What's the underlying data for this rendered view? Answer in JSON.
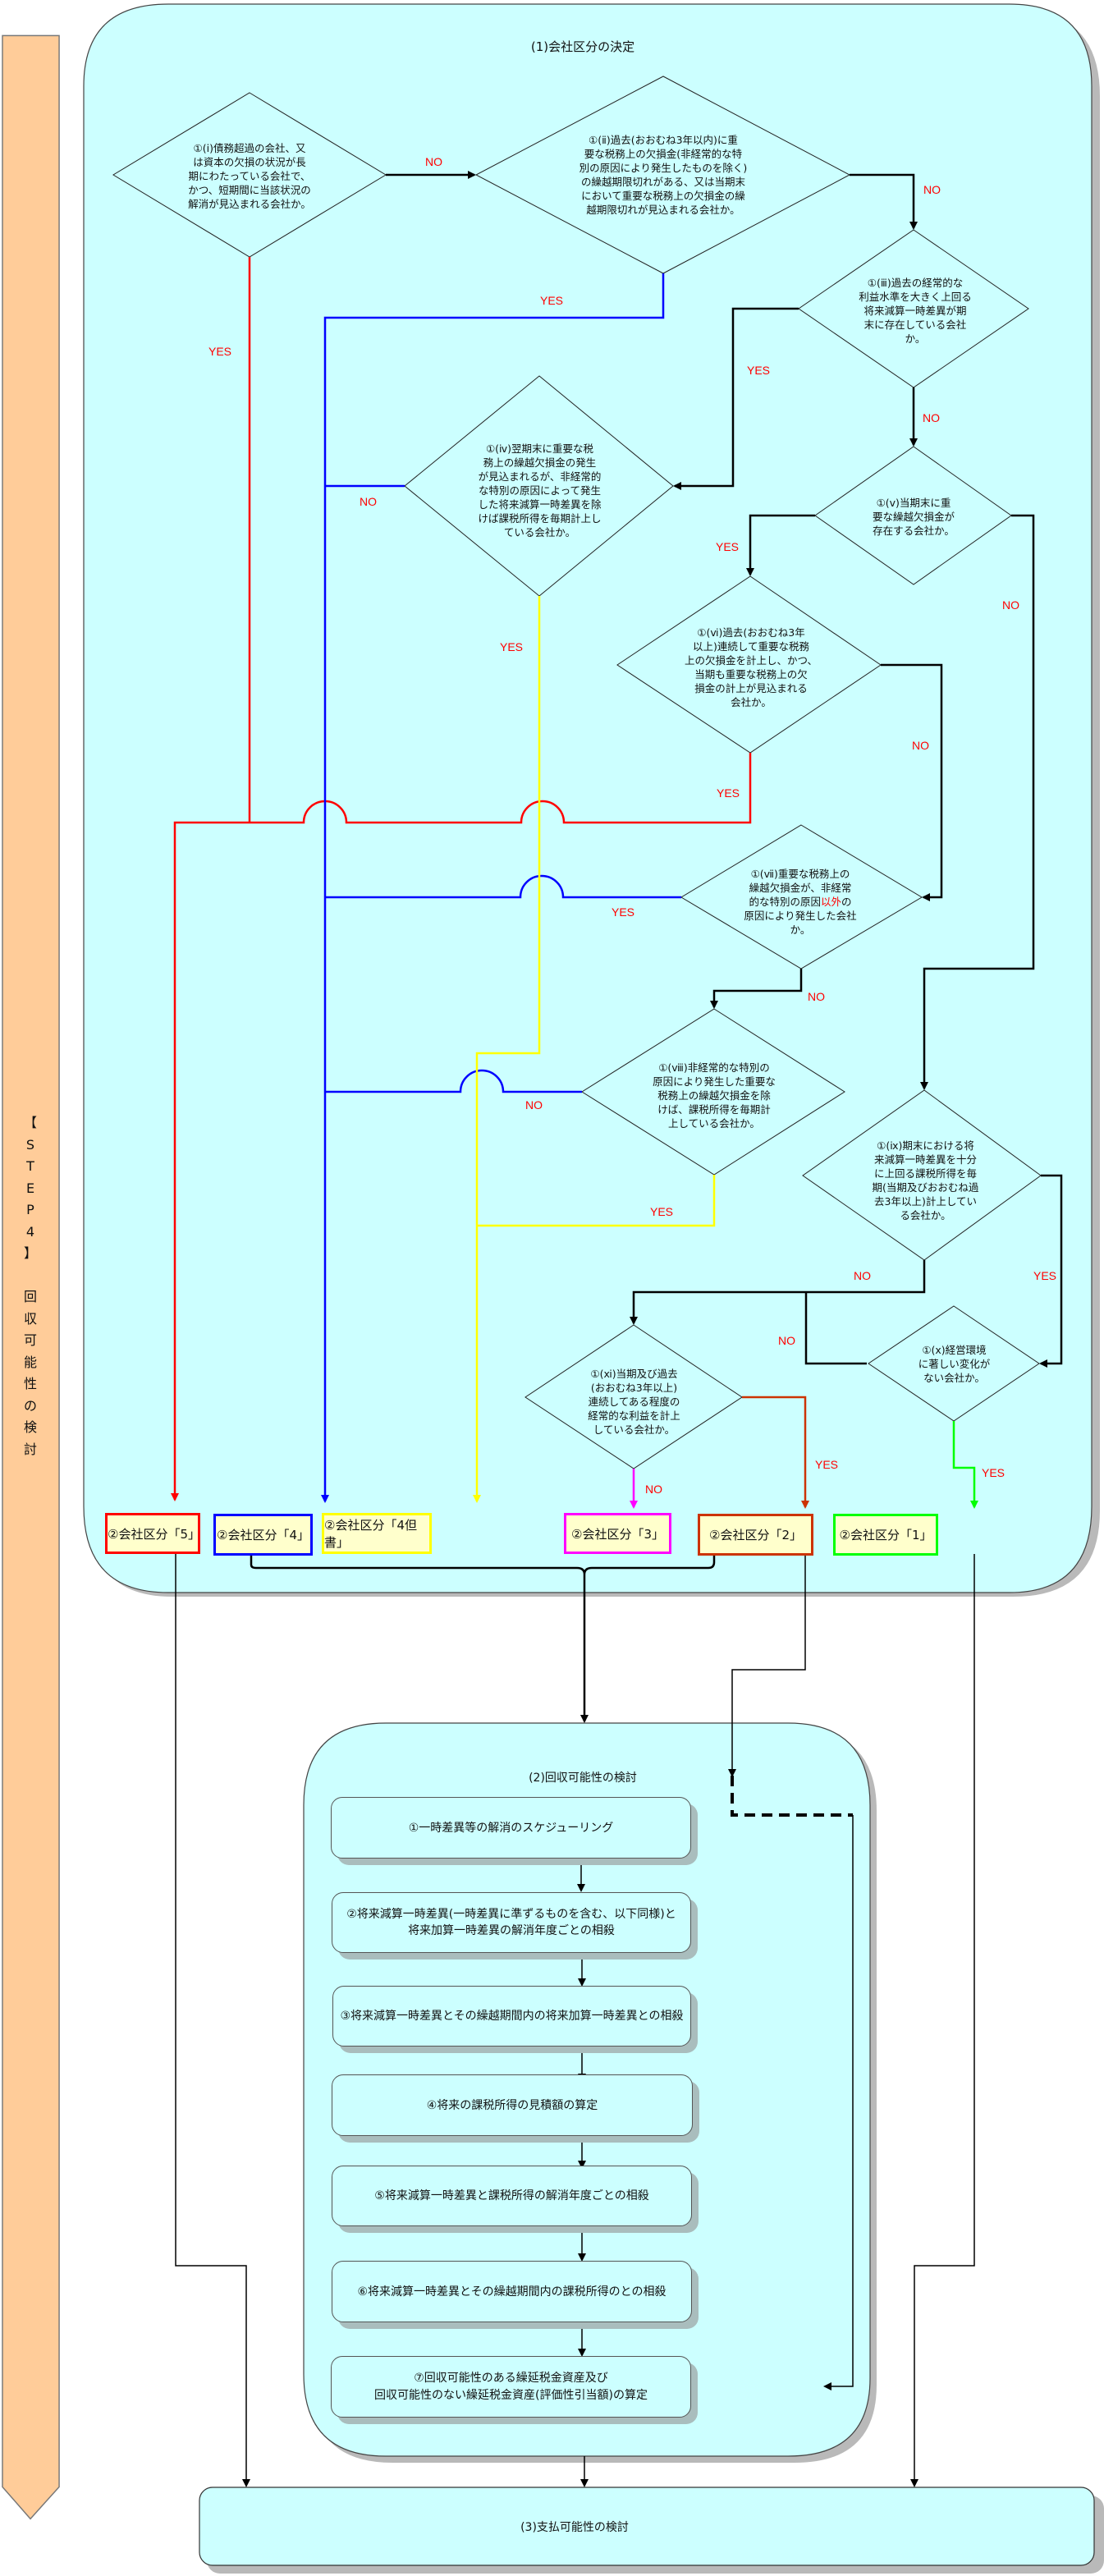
{
  "sidebar": {
    "label_vertical": "【\nS\nT\nE\nP\n4\n】\n\n回\n収\n可\n能\n性\nの\n検\n討",
    "color": "#ffcc99"
  },
  "section1": {
    "title": "(1)会社区分の決定",
    "background": "#ccffff"
  },
  "questions": [
    {
      "id": "i",
      "text": "①(ⅰ)債務超過の会社、又\nは資本の欠損の状況が長\n期にわたっている会社で、\nかつ、短期間に当該状況の\n解消が見込まれる会社か。"
    },
    {
      "id": "ii",
      "text": "①(ⅱ)過去(おおむね3年以内)に重\n要な税務上の欠損金(非経常的な特\n別の原因により発生したものを除く)\nの繰越期限切れがある、又は当期末\nにおいて重要な税務上の欠損金の繰\n越期限切れが見込まれる会社か。"
    },
    {
      "id": "iii",
      "text": "①(ⅲ)過去の経常的な\n利益水準を大きく上回る\n将来減算一時差異が期\n末に存在している会社\nか。"
    },
    {
      "id": "iv",
      "text": "①(ⅳ)翌期末に重要な税\n務上の繰越欠損金の発生\nが見込まれるが、非経常的\nな特別の原因によって発生\nした将来減算一時差異を除\nけば課税所得を毎期計上し\nている会社か。"
    },
    {
      "id": "v",
      "text": "①(ⅴ)当期末に重\n要な繰越欠損金が\n存在する会社か。"
    },
    {
      "id": "vi",
      "text": "①(ⅵ)過去(おおむね3年\n以上)連続して重要な税務\n上の欠損金を計上し、かつ、\n当期も重要な税務上の欠\n損金の計上が見込まれる\n会社か。"
    },
    {
      "id": "vii",
      "text_before": "①(ⅶ)重要な税務上の\n繰越欠損金が、非経常\n的な特別の原因",
      "text_highlight": "以外",
      "text_after": "の\n原因により発生した会社\nか。"
    },
    {
      "id": "viii",
      "text": "①(ⅷ)非経常的な特別の\n原因により発生した重要な\n税務上の繰越欠損金を除\nけば、課税所得を毎期計\n上している会社か。"
    },
    {
      "id": "ix",
      "text": "①(ⅸ)期末における将\n来減算一時差異を十分\nに上回る課税所得を毎\n期(当期及びおおむね過\n去3年以上)計上してい\nる会社か。"
    },
    {
      "id": "x",
      "text": "①(ⅹ)経営環境\nに著しい変化が\nない会社か。"
    },
    {
      "id": "xi",
      "text": "①(ⅺ)当期及び過去\n(おおむね3年以上)\n連続してある程度の\n経常的な利益を計上\nしている会社か。"
    }
  ],
  "edge_labels": {
    "yes": "YES",
    "no": "NO"
  },
  "results": [
    {
      "label": "②会社区分「5」",
      "color": "#ff0000"
    },
    {
      "label": "②会社区分「4」",
      "color": "#0000ff"
    },
    {
      "label": "②会社区分「4但書」",
      "color": "#ffff00"
    },
    {
      "label": "②会社区分「3」",
      "color": "#ff00ff"
    },
    {
      "label": "②会社区分「2」",
      "color": "#cc3300"
    },
    {
      "label": "②会社区分「1」",
      "color": "#00ff00"
    }
  ],
  "section2": {
    "title": "(2)回収可能性の検討",
    "steps": [
      "①一時差異等の解消のスケジューリング",
      "②将来減算一時差異(一時差異に準ずるものを含む、以下同様)と\n将来加算一時差異の解消年度ごとの相殺",
      "③将来減算一時差異とその繰越期間内の将来加算一時差異との相殺",
      "④将来の課税所得の見積額の算定",
      "⑤将来減算一時差異と課税所得の解消年度ごとの相殺",
      "⑥将来減算一時差異とその繰越期間内の課税所得のとの相殺",
      "⑦回収可能性のある繰延税金資産及び\n回収可能性のない繰延税金資産(評価性引当額)の算定"
    ]
  },
  "section3": {
    "title": "(3)支払可能性の検討"
  }
}
